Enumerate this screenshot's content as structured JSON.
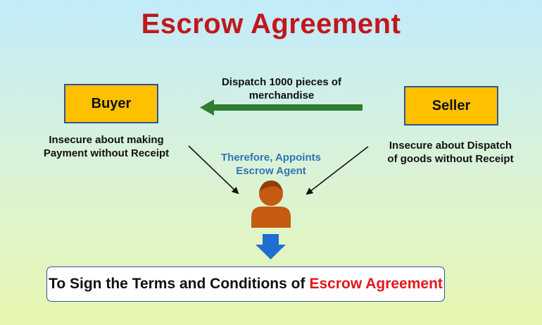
{
  "title": "Escrow Agreement",
  "buyer": {
    "label": "Buyer",
    "note_line1": "Insecure about making",
    "note_line2": "Payment without Receipt"
  },
  "seller": {
    "label": "Seller",
    "note_line1": "Insecure about Dispatch",
    "note_line2": "of goods without Receipt"
  },
  "dispatch": {
    "line1": "Dispatch 1000 pieces of",
    "line2": "merchandise"
  },
  "agent": {
    "line1": "Therefore, Appoints",
    "line2": "Escrow Agent"
  },
  "agreement": {
    "text": "To Sign the Terms and Conditions of",
    "highlight": "Escrow Agreement"
  },
  "colors": {
    "title": "#c1171d",
    "party_box_fill": "#ffc000",
    "party_box_border": "#2f5597",
    "dispatch_arrow": "#2e7d32",
    "agent_text": "#2e75b6",
    "agent_icon": "#c55a11",
    "down_arrow": "#1f6fd0",
    "highlight": "#e4161b"
  },
  "icons": {
    "agent": "person-icon",
    "down_arrow": "arrow-down-icon",
    "dispatch_arrow": "arrow-left-icon"
  }
}
